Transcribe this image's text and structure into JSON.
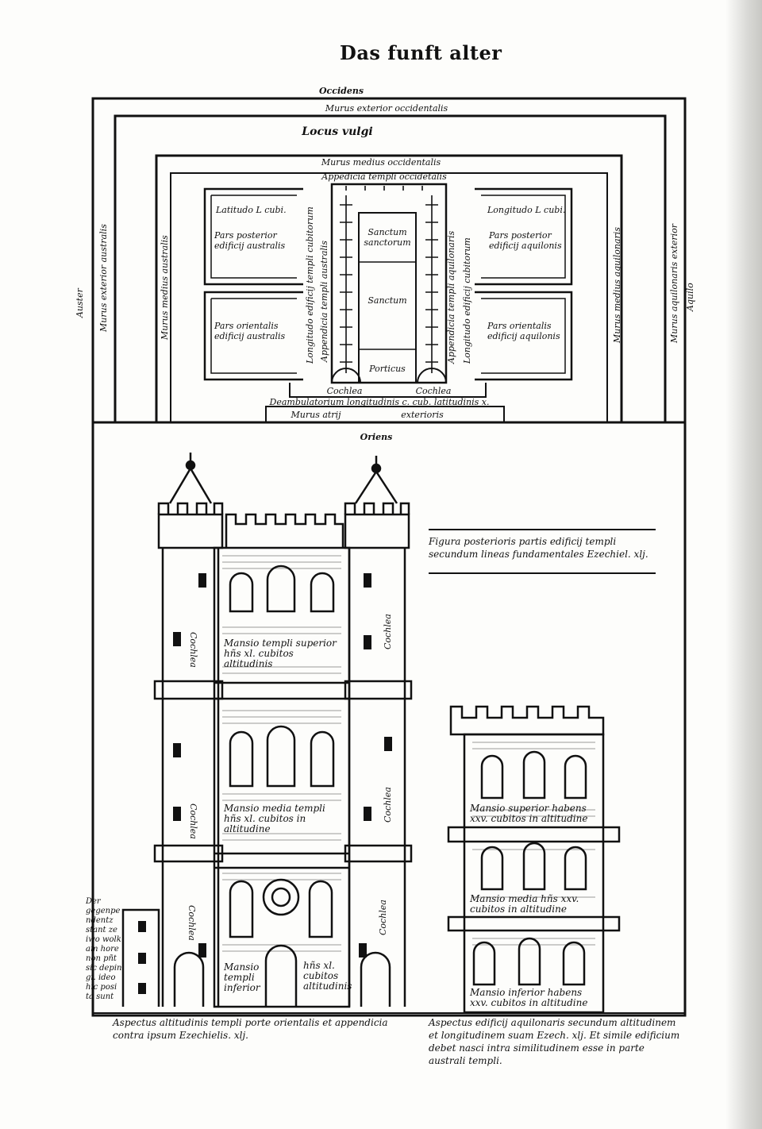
{
  "page": {
    "title": "Das funft alter"
  },
  "plan": {
    "west": "Occidens",
    "outer_wall_west": "Murus exterior occidentalis",
    "locus_vulgi": "Locus vulgi",
    "middle_wall_west": "Murus medius occidentalis",
    "appendix_west": "Appẽdicia templi occidẽtalis",
    "latitudo": "Latitudo L cubi.",
    "longitudo": "Longitudo L cubi.",
    "pars_posterior_south": "Pars posterior edificij australis",
    "pars_orientalis_south": "Pars orientalis edificij australis",
    "pars_posterior_north": "Pars posterior edificij aquilonis",
    "pars_orientalis_north": "Pars orientalis edificij aquilonis",
    "sanctum_sanctorum": "Sanctum sanctorum",
    "sanctum": "Sanctum",
    "porticus": "Porticus",
    "longitudo_south": "Longitudo edificij templi cubitorum",
    "appendicia_south": "Appendicia templi australis",
    "appendicia_north": "Appendicia templi aquilonaris",
    "longitudo_north": "Longitudo edificij cubitorum",
    "cochlea_left": "Cochlea",
    "cochlea_right": "Cochlea",
    "deambulatorium": "Deambulatorium longitudinis c. cub. latitudinis x.",
    "murus_atrij": "Murus atrij",
    "exterioris": "exterioris",
    "south": "Auster",
    "outer_wall_south": "Murus exterior australis",
    "middle_wall_south": "Murus medius australis",
    "middle_wall_north": "Murus medius aquilonaris",
    "outer_wall_north": "Murus aquilonaris exterior",
    "north": "Aquilo",
    "east": "Oriens"
  },
  "elevation": {
    "figure_note": "Figura posterioris partis edificij templi secundum lineas fundamentales Ezechiel. xlj.",
    "left_tower": {
      "cochlea_1": "Cochlea",
      "cochlea_2": "Cochlea",
      "cochlea_3": "Cochlea",
      "cochlea_4": "Cochlea",
      "cochlea_5": "Cochlea",
      "cochlea_6": "Cochlea",
      "upper": "Mansio templi superior hñs xl. cubitos altitudinis",
      "middle": "Mansio media templi hñs xl. cubitos in altitudine",
      "lower_left": "Mansio templi inferior",
      "lower_right": "hñs xl. cubitos altitudinis"
    },
    "side_note": "Der gegenpendentz stant ze iwo wolk am hore non pñt sic depin gi. ideo hic posi ta sunt",
    "right_tower": {
      "upper": "Mansio superior habens xxv. cubitos in altitudine",
      "middle": "Mansio media hñs xxv. cubitos in altitudine",
      "lower": "Mansio inferior habens xxv. cubitos in altitudine"
    },
    "caption_left": "Aspectus altitudinis templi porte orientalis et appendicia contra ipsum Ezechielis. xlj.",
    "caption_right": "Aspectus edificij aquilonaris secundum altitudinem et longitudinem suam Ezech. xlj. Et simile edificium debet nasci intra similitudinem esse in parte australi templi."
  }
}
